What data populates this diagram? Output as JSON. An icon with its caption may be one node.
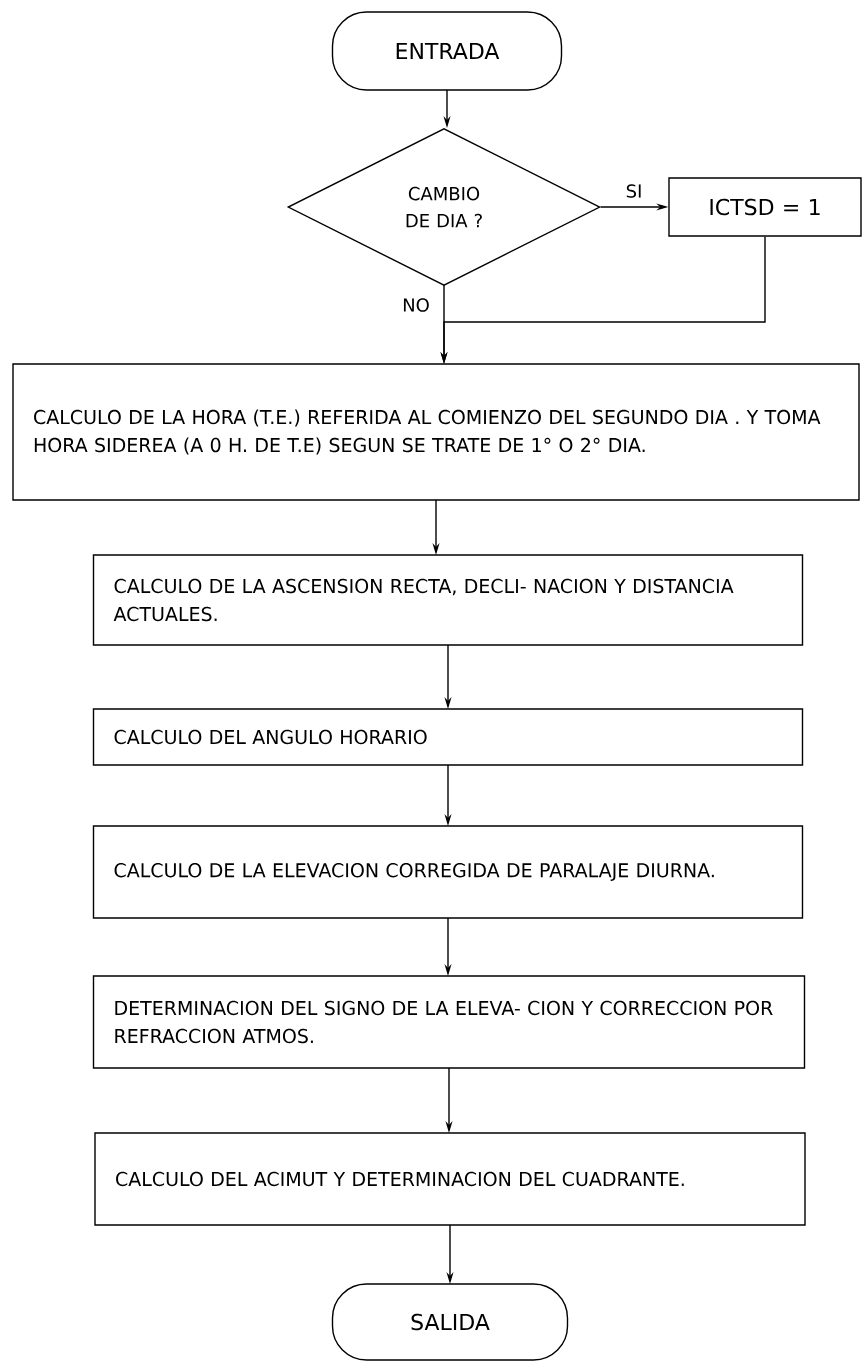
{
  "diagram": {
    "nodes": [
      {
        "text": [
          "ENTRADA"
        ]
      },
      {
        "text": [
          "CAMBIO DE DIA ?"
        ]
      },
      {
        "text": [
          "ICTSD = 1"
        ]
      },
      {
        "text": [
          "CALCULO DE LA HORA (T.E.) REFERIDA AL COMIENZO DEL SEGUNDO DIA . Y TOMA HORA SIDEREA (A 0 H. DE T.E) SEGUN SE TRATE DE 1° O 2° DIA."
        ]
      },
      {
        "text": [
          "CALCULO DE LA ASCENSION RECTA, DECLI- NACION Y DISTANCIA ACTUALES."
        ]
      },
      {
        "text": [
          "CALCULO DEL ANGULO HORARIO"
        ]
      },
      {
        "text": [
          "CALCULO DE LA ELEVACION CORREGIDA DE PARALAJE DIURNA."
        ]
      },
      {
        "text": [
          "DETERMINACION DEL SIGNO DE LA ELEVA- CION Y CORRECCION POR REFRACCION ATMOS."
        ]
      },
      {
        "text": [
          "CALCULO DEL ACIMUT Y DETERMINACION DEL CUADRANTE."
        ]
      },
      {
        "text": [
          "SALIDA"
        ]
      }
    ],
    "edges": [
      {
        "from": 0,
        "to": 1,
        "arrow": "to"
      },
      {
        "from": 1,
        "to": 2,
        "arrow": "to",
        "label": "SI"
      },
      {
        "from": 1,
        "to": 3,
        "arrow": "to",
        "label": "NO"
      },
      {
        "from": 2,
        "to": 3,
        "arrow": "to"
      },
      {
        "from": 3,
        "to": 4,
        "arrow": "to"
      },
      {
        "from": 4,
        "to": 5,
        "arrow": "to"
      },
      {
        "from": 5,
        "to": 6,
        "arrow": "to"
      },
      {
        "from": 6,
        "to": 7,
        "arrow": "to"
      },
      {
        "from": 7,
        "to": 8,
        "arrow": "to"
      },
      {
        "from": 8,
        "to": 9,
        "arrow": "to"
      }
    ]
  }
}
